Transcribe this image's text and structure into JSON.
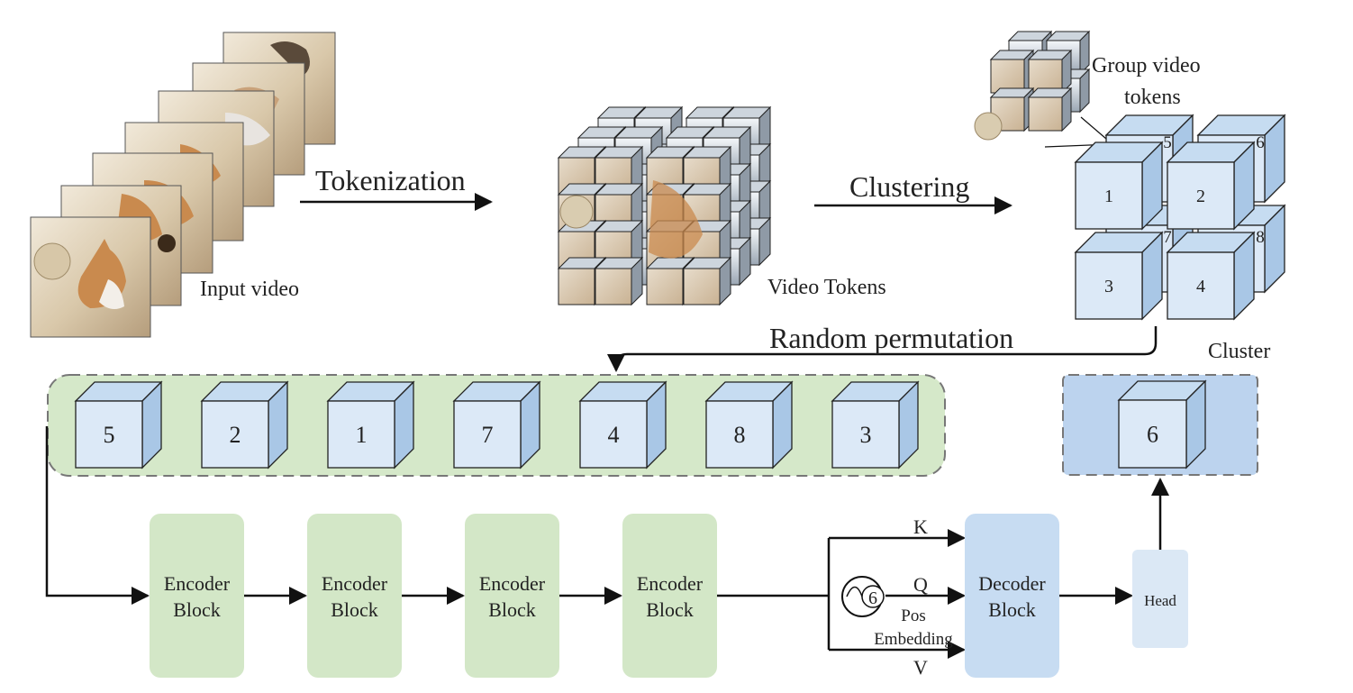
{
  "labels": {
    "input_video": "Input video",
    "tokenization": "Tokenization",
    "video_tokens": "Video Tokens",
    "clustering": "Clustering",
    "group_video_tokens_line1": "Group video",
    "group_video_tokens_line2": "tokens",
    "random_permutation": "Random permutation",
    "cluster": "Cluster",
    "k": "K",
    "q": "Q",
    "v": "V",
    "pos_line1": "Pos",
    "pos_line2": "Embedding",
    "pos_number": "6",
    "head": "Head"
  },
  "cluster_cubes": {
    "front": [
      "1",
      "2",
      "3",
      "4"
    ],
    "back": [
      "5",
      "6",
      "7",
      "8"
    ]
  },
  "permuted_sequence": [
    "5",
    "2",
    "1",
    "7",
    "4",
    "8",
    "3"
  ],
  "target_token": "6",
  "encoder_blocks": [
    {
      "line1": "Encoder",
      "line2": "Block"
    },
    {
      "line1": "Encoder",
      "line2": "Block"
    },
    {
      "line1": "Encoder",
      "line2": "Block"
    },
    {
      "line1": "Encoder",
      "line2": "Block"
    }
  ],
  "decoder_block": {
    "line1": "Decoder",
    "line2": "Block"
  },
  "colors": {
    "cube_front": "#dce9f7",
    "cube_side": "#a9c7e6",
    "cube_top": "#c6dcf1",
    "encoder_fill": "#d3e7c7",
    "decoder_fill": "#c7dcf2",
    "head_fill": "#dbe8f5",
    "sequence_panel": "#d5e8c9",
    "target_panel": "#bcd3ee",
    "frame_floor": "#d8c8ad",
    "frame_wall": "#efe6d6",
    "cat_orange": "#c98a4e"
  }
}
